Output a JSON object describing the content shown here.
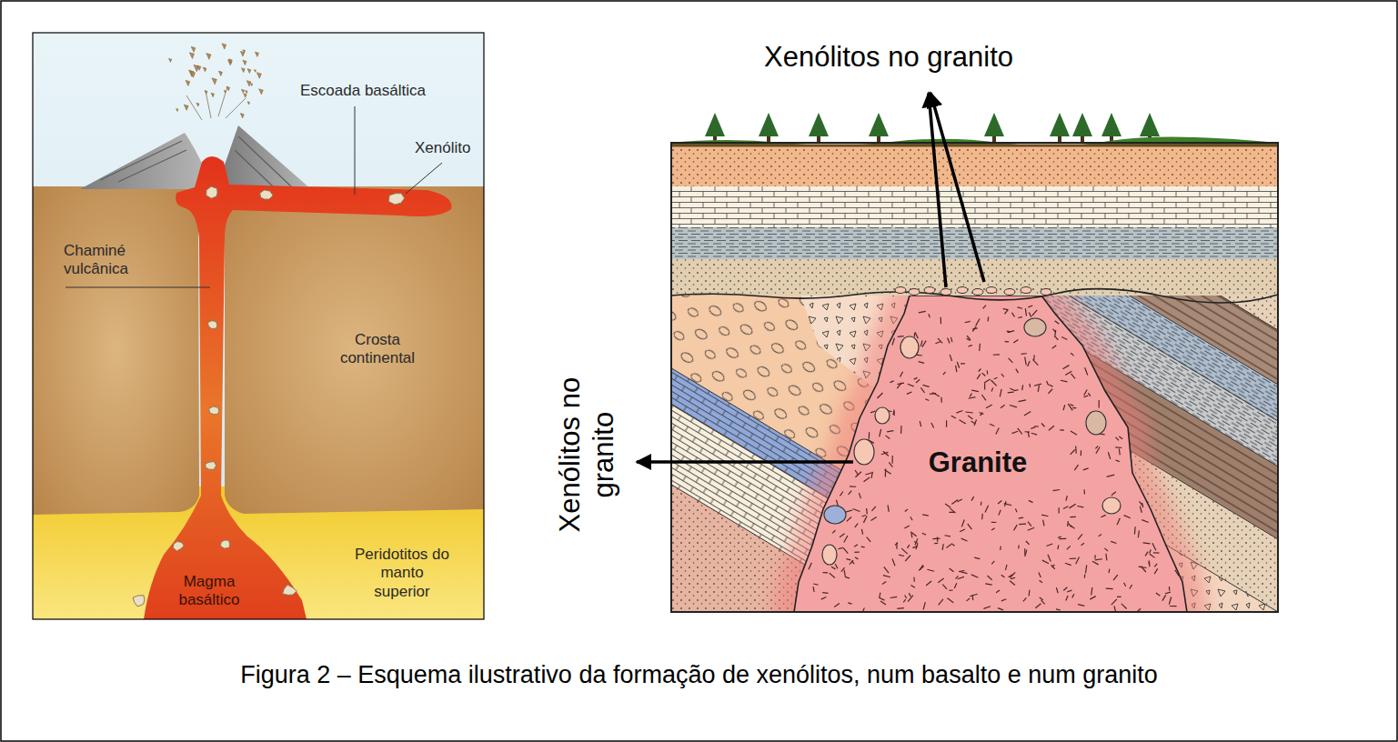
{
  "diagram": {
    "caption": "Figura 2 – Esquema ilustrativo da formação de xenólitos, num basalto e num granito",
    "labels": [
      "Escoada basáltica",
      "Xenólito",
      "Chaminé vulcânica",
      "Crosta continental",
      "Magma basáltico",
      "Peridotitos do manto superior",
      "Xenólitos no granito",
      "Xenólitos no granito",
      "Granite"
    ]
  }
}
